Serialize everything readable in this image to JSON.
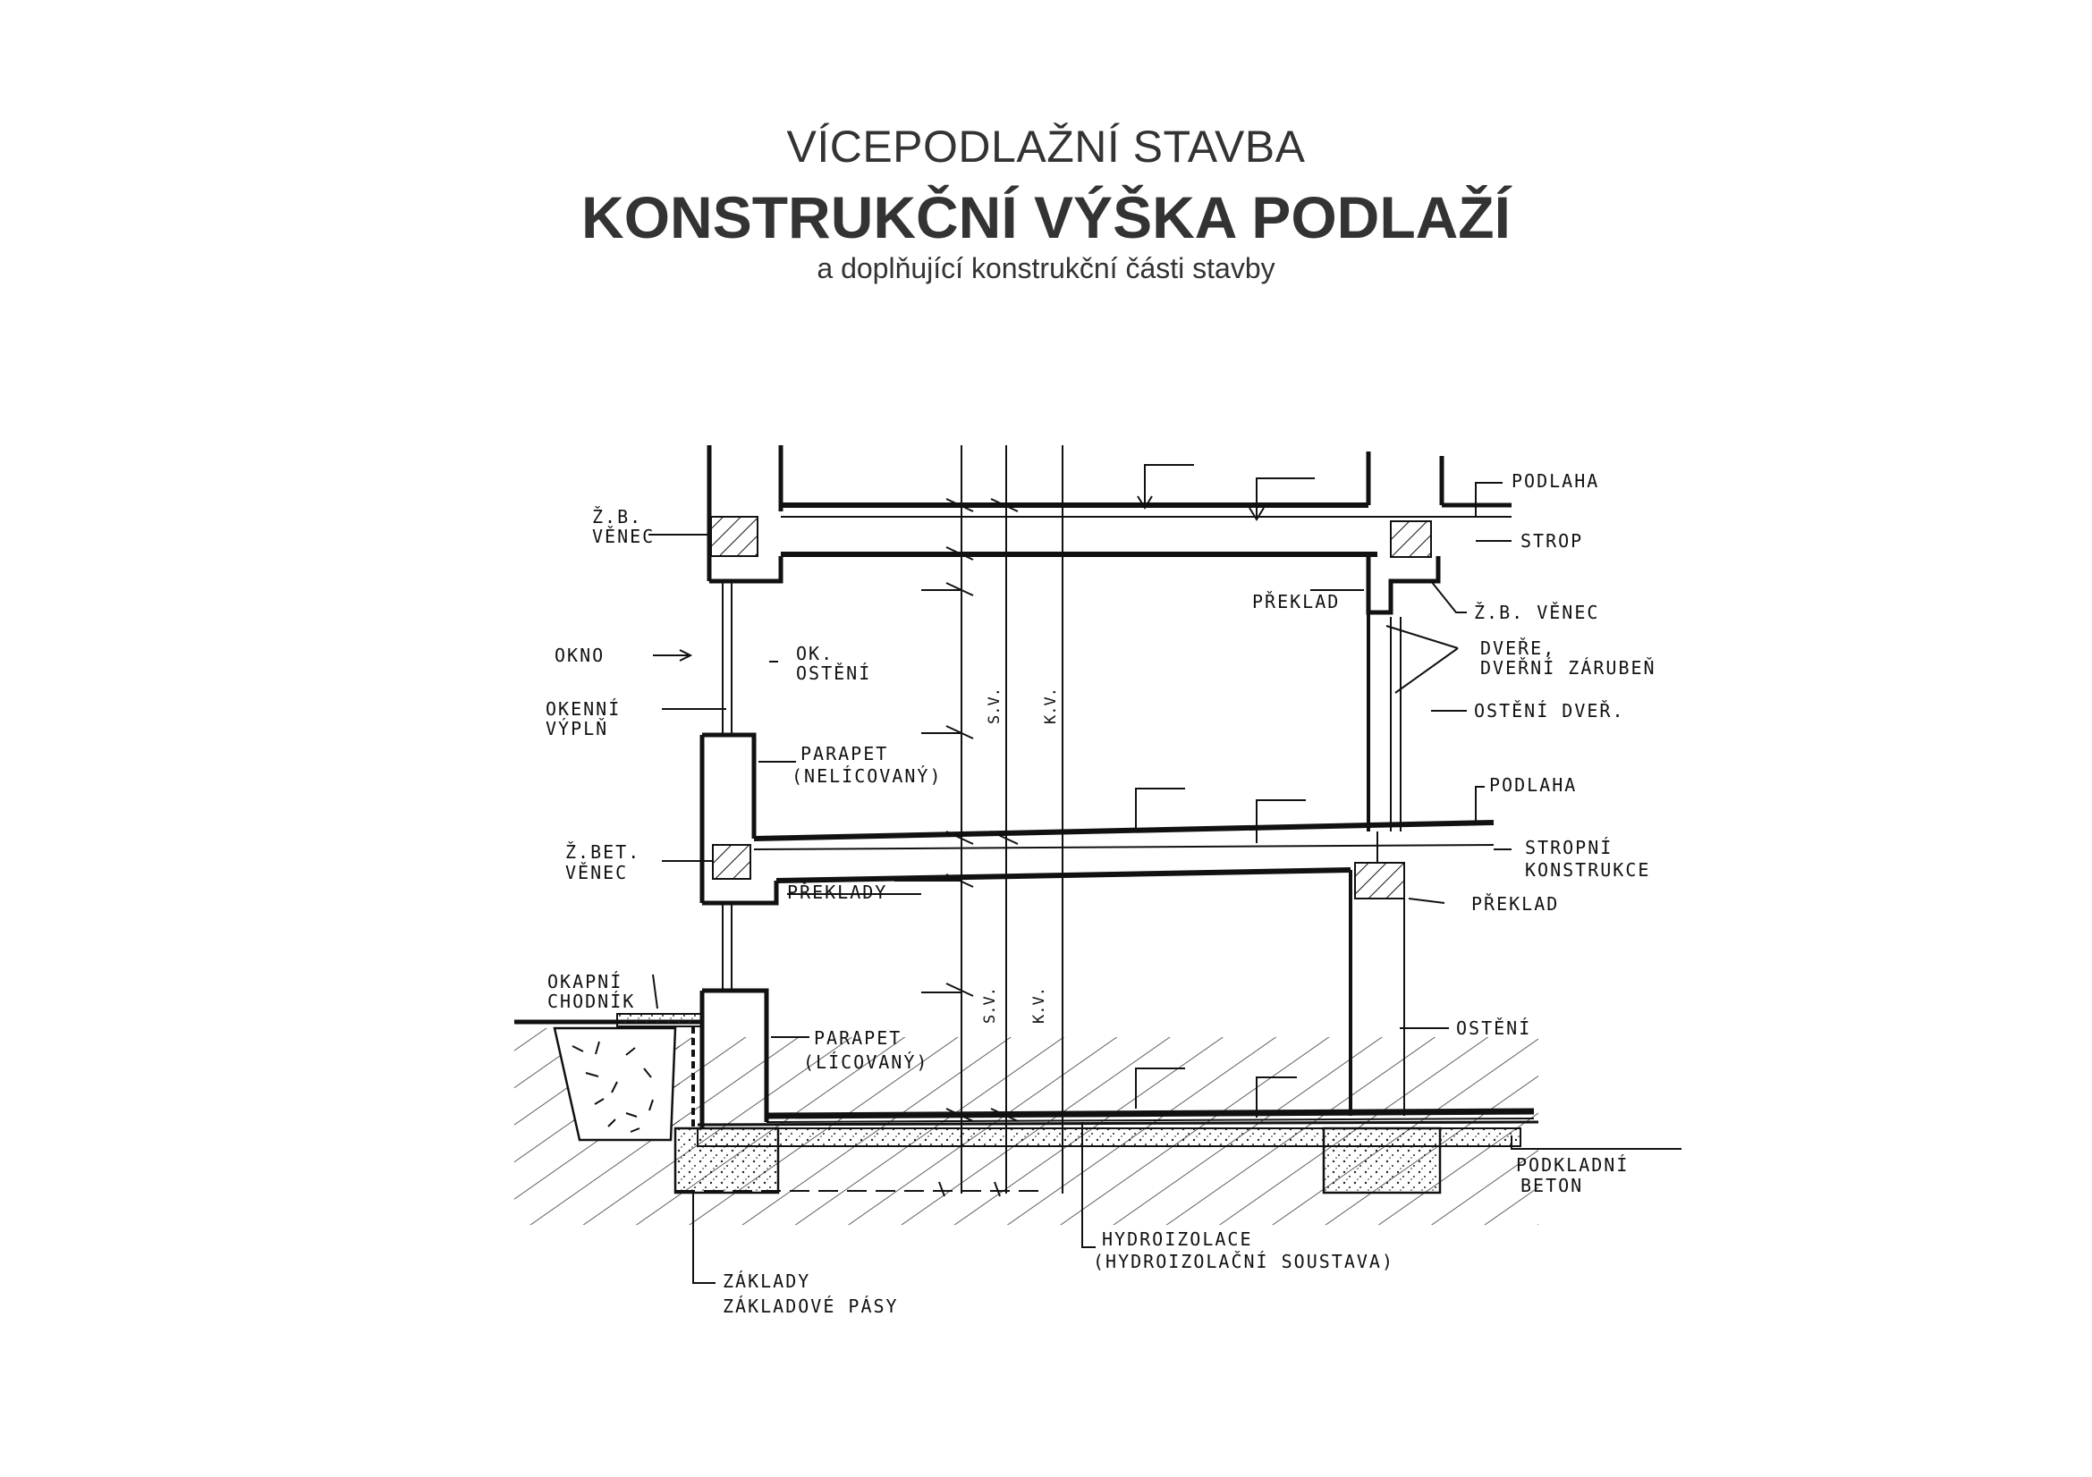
{
  "title": {
    "line1": "VÍCEPODLAŽNÍ STAVBA",
    "line2": "KONSTRUKČNÍ VÝŠKA PODLAŽÍ",
    "line3": "a doplňující konstrukční části stavby"
  },
  "labels": {
    "podlaha_top": "PODLAHA",
    "strop": "STROP",
    "zb_venec_left": [
      "Ž.B.",
      "VĚNEC"
    ],
    "preklad_upper": "PŘEKLAD",
    "zb_venec_right": "Ž.B. VĚNEC",
    "okno": "OKNO",
    "ok_osteni": [
      "OK.",
      "OSTĚNÍ"
    ],
    "dvere": [
      "DVEŘE,",
      "DVEŘNÍ ZÁRUBEŇ"
    ],
    "okenni_vypln": [
      "OKENNÍ",
      "VÝPLŇ"
    ],
    "osteni_dver": "OSTĚNÍ DVEŘ.",
    "parapet_nelicovany": [
      "PARAPET",
      "(NELÍCOVANÝ)"
    ],
    "podlaha_mid": "PODLAHA",
    "zbet_venec": [
      "Ž.BET.",
      "VĚNEC"
    ],
    "stropni_konstrukce": [
      "STROPNÍ",
      "KONSTRUKCE"
    ],
    "preklady": "PŘEKLADY",
    "preklad_lower": "PŘEKLAD",
    "okapni_chodnik": [
      "OKAPNÍ",
      "CHODNÍK"
    ],
    "parapet_licovany": [
      "PARAPET",
      "(LÍCOVANÝ)"
    ],
    "osteni": "OSTĚNÍ",
    "podkladni_beton": [
      "PODKLADNÍ",
      "BETON"
    ],
    "hydroizolace": [
      "HYDROIZOLACE",
      "(HYDROIZOLAČNÍ SOUSTAVA)"
    ],
    "zaklady": [
      "ZÁKLADY",
      "ZÁKLADOVÉ PÁSY"
    ],
    "sv_upper": "S.V.",
    "kv_upper": "K.V.",
    "sv_lower": "S.V.",
    "kv_lower": "K.V."
  }
}
